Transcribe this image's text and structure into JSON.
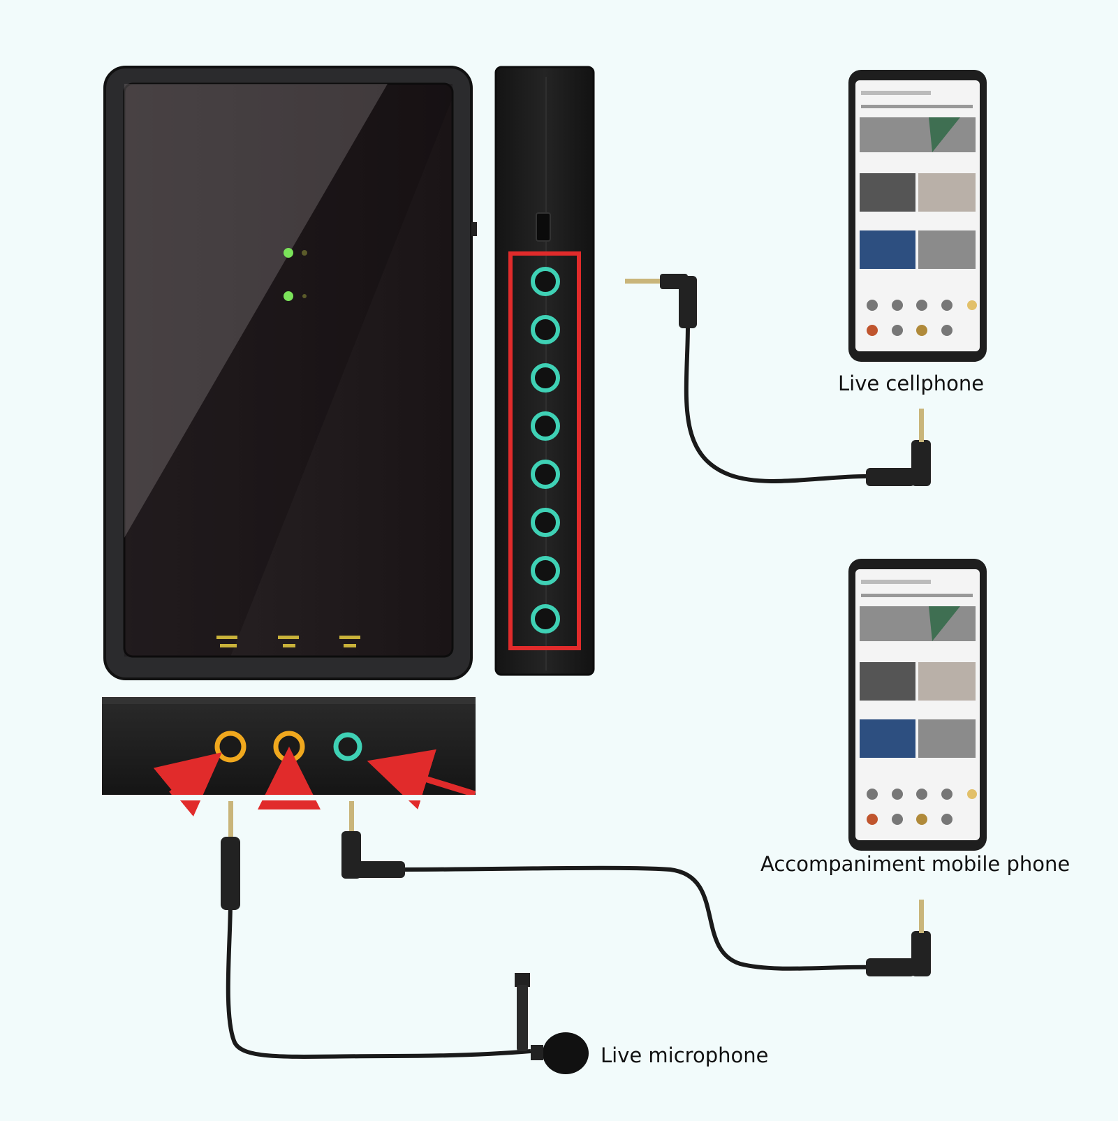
{
  "labels": {
    "live_cellphone": "Live cellphone",
    "accompaniment_phone": "Accompaniment mobile phone",
    "live_microphone": "Live microphone"
  },
  "colors": {
    "background": "#f2fbfb",
    "device_body": "#1c1c1e",
    "highlight_box": "#e12b2b",
    "teal_port": "#3fd1b5",
    "amber_port": "#f0a81e",
    "led_green": "#7be35a",
    "arrow_red": "#e12b2b",
    "cable": "#1a1a1a"
  },
  "icons": {
    "side_port_column": "3.5mm-jack-port-icon",
    "front_ports": "3.5mm-jack-port-icon",
    "cable_plugs": "3.5mm-trrs-plug-icon",
    "microphone": "lavalier-microphone-icon",
    "phones": "smartphone-icon"
  }
}
